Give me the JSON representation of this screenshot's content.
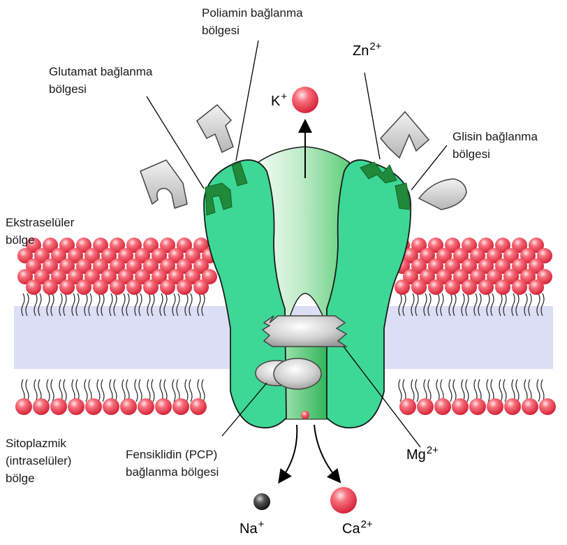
{
  "labels": {
    "poliamin": [
      "Poliamin bağlanma",
      "bölgesi"
    ],
    "glutamat": [
      "Glutamat bağlanma",
      "bölgesi"
    ],
    "glisin": [
      "Glisin bağlanma",
      "bölgesi"
    ],
    "ekstraseluler": [
      "Ekstraselüler",
      "bölge"
    ],
    "sitoplazmik": [
      "Sitoplazmik",
      "(intraselüler)",
      "bölge"
    ],
    "pcp": [
      "Fensiklidin (PCP)",
      "bağlanma bölgesi"
    ]
  },
  "ions": {
    "k": {
      "symbol": "K",
      "charge": "+"
    },
    "zn": {
      "symbol": "Zn",
      "charge": "2+"
    },
    "mg": {
      "symbol": "Mg",
      "charge": "2+"
    },
    "na": {
      "symbol": "Na",
      "charge": "+"
    },
    "ca": {
      "symbol": "Ca",
      "charge": "2+"
    }
  },
  "colors": {
    "receptor": "#3dd895",
    "receptor_dark": "#1f8a3a",
    "channel_light": "#dff5e4",
    "channel_mid": "#8ad99a",
    "lipid_head": "#ee3d4f",
    "membrane_core": "#dcdef5",
    "ligand": "#c8c8c8"
  }
}
